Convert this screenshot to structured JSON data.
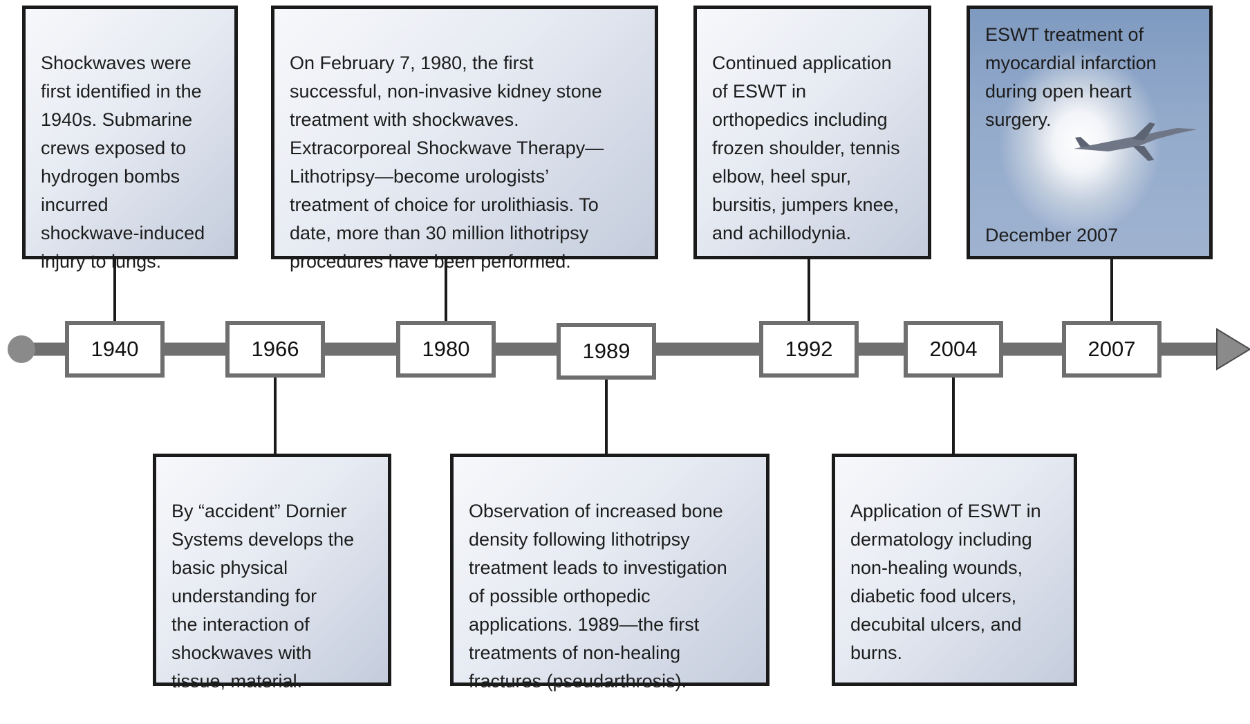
{
  "colors": {
    "axis": "#6f6f6f",
    "connector": "#1a1a1a",
    "box_border": "#1a1a1a",
    "year_border": "#6f6f6f",
    "box_fill_light": "#f7f8fb",
    "box_fill_dark": "#c4ccdc"
  },
  "timeline": {
    "years": [
      "1940",
      "1966",
      "1980",
      "1989",
      "1992",
      "2004",
      "2007"
    ],
    "events": {
      "e1940": "Shockwaves were\nfirst identified in the\n1940s. Submarine\ncrews exposed to\nhydrogen bombs\nincurred\nshockwave-induced\ninjury to lungs.",
      "e1966": "By “accident” Dornier\nSystems develops the\nbasic physical\nunderstanding for\nthe interaction of\nshockwaves with\ntissue, material.",
      "e1980": "On February 7, 1980, the first\nsuccessful, non-invasive kidney stone\ntreatment with shockwaves.\nExtracorporeal Shockwave Therapy—\nLithotripsy—become urologists’\ntreatment of choice for urolithiasis. To\ndate, more than 30 million lithotripsy\nprocedures have been performed.",
      "e1989": "Observation of increased bone\ndensity following lithotripsy\ntreatment leads to investigation\nof possible orthopedic\napplications. 1989—the first\ntreatments of non-healing\nfractures (pseudarthrosis).",
      "e1992": "Continued application\nof ESWT in\northopedics including\nfrozen shoulder, tennis\nelbow, heel spur,\nbursitis, jumpers knee,\nand achillodynia.",
      "e2004": "Application of ESWT in\ndermatology including\nnon-healing wounds,\ndiabetic food ulcers,\ndecubital ulcers, and\nburns.",
      "e2007": "ESWT treatment of\nmyocardial infarction\nduring open heart\nsurgery.",
      "e2007_date": "December 2007"
    },
    "photo_subject": "jet-aircraft-vapor-cone-image"
  }
}
